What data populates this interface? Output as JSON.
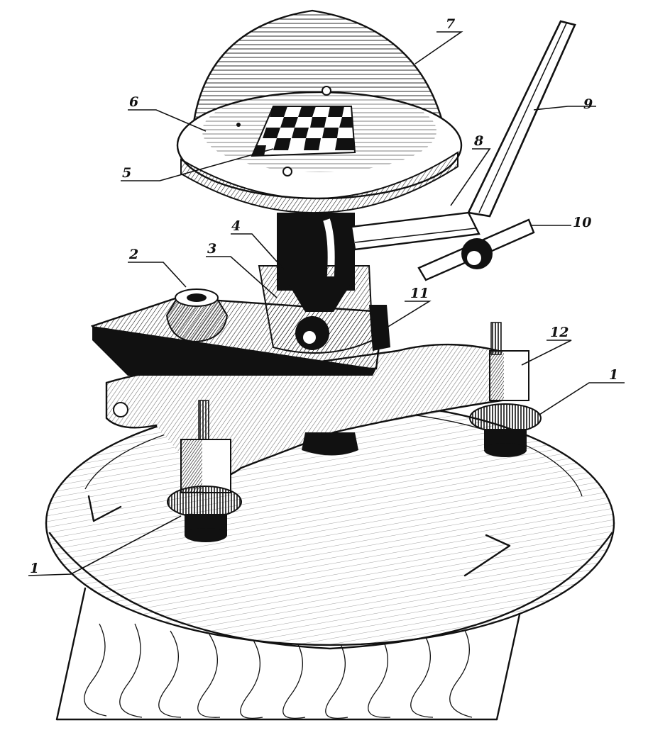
{
  "figure": {
    "labels": [
      {
        "id": "lbl-1-left",
        "text": "1"
      },
      {
        "id": "lbl-1-right",
        "text": "1"
      },
      {
        "id": "lbl-2",
        "text": "2"
      },
      {
        "id": "lbl-3",
        "text": "3"
      },
      {
        "id": "lbl-4",
        "text": "4"
      },
      {
        "id": "lbl-5",
        "text": "5"
      },
      {
        "id": "lbl-6",
        "text": "6"
      },
      {
        "id": "lbl-7",
        "text": "7"
      },
      {
        "id": "lbl-8",
        "text": "8"
      },
      {
        "id": "lbl-9",
        "text": "9"
      },
      {
        "id": "lbl-10",
        "text": "10"
      },
      {
        "id": "lbl-11",
        "text": "11"
      },
      {
        "id": "lbl-12",
        "text": "12"
      }
    ]
  }
}
